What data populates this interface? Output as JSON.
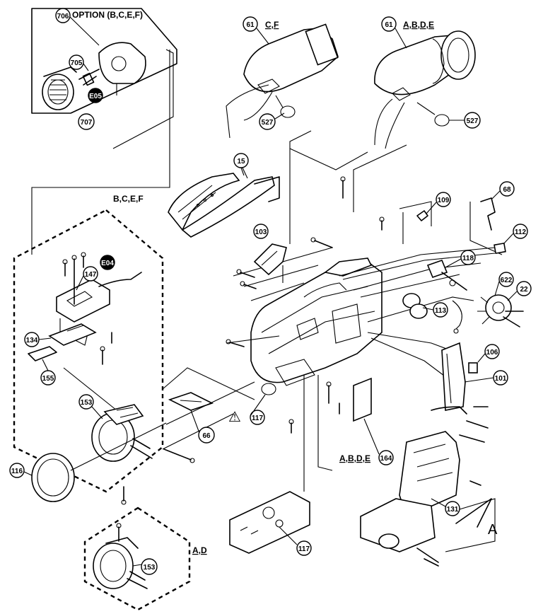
{
  "group_labels": {
    "option": "OPTION (B,C,E,F)",
    "cf": "C,F",
    "abde_top": "A,B,D,E",
    "bcef": "B,C,E,F",
    "ad": "A,D",
    "abde_bottom": "A,B,D,E"
  },
  "view_marker": "A",
  "warning_symbol": "⚠",
  "part_numbers": {
    "p706": "706",
    "p705": "705",
    "pE05": "E05",
    "p707": "707",
    "p61a": "61",
    "p61b": "61",
    "p527a": "527",
    "p527b": "527",
    "p15": "15",
    "p109": "109",
    "p68": "68",
    "p103": "103",
    "p112": "112",
    "p118": "118",
    "p622": "622",
    "p22": "22",
    "p113": "113",
    "p147": "147",
    "pE04": "E04",
    "p134": "134",
    "p155": "155",
    "p106": "106",
    "p101": "101",
    "p153a": "153",
    "p66": "66",
    "p117a": "117",
    "p164": "164",
    "p116": "116",
    "p131": "131",
    "p153b": "153",
    "p117b": "117"
  }
}
